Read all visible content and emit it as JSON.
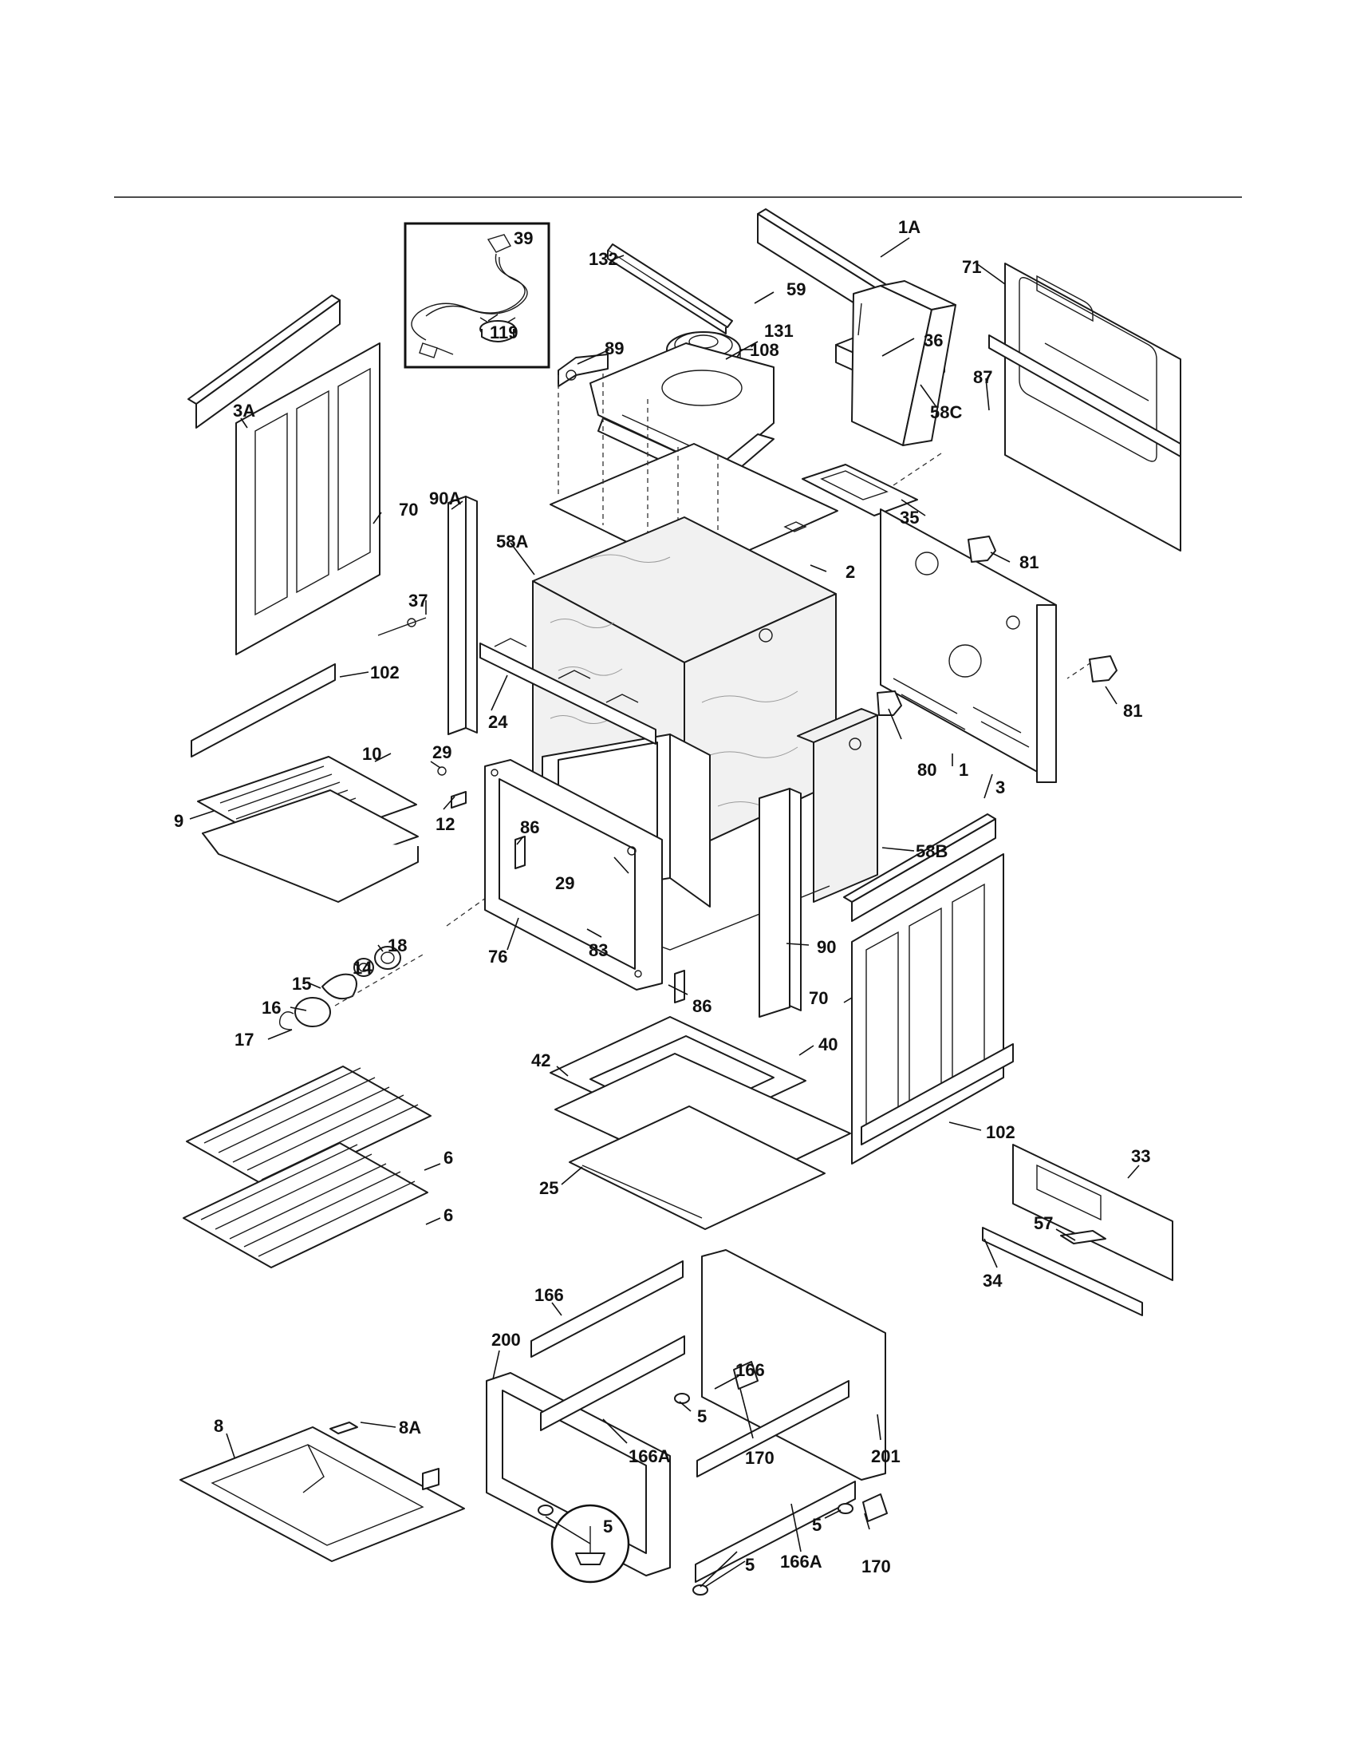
{
  "labels": {
    "l_1A": "1A",
    "l_132": "132",
    "l_39": "39",
    "l_71": "71",
    "l_108": "108",
    "l_89": "89",
    "l_58C": "58C",
    "l_87": "87",
    "l_59": "59",
    "l_3A": "3A",
    "l_131": "131",
    "l_36": "36",
    "l_119": "119",
    "l_35": "35",
    "l_70a": "70",
    "l_90A": "90A",
    "l_2": "2",
    "l_81a": "81",
    "l_58A": "58A",
    "l_37": "37",
    "l_102a": "102",
    "l_81b": "81",
    "l_24": "24",
    "l_10": "10",
    "l_80": "80",
    "l_1": "1",
    "l_29a": "29",
    "l_3": "3",
    "l_12": "12",
    "l_58B": "58B",
    "l_9": "9",
    "l_86a": "86",
    "l_29b": "29",
    "l_18": "18",
    "l_83": "83",
    "l_90": "90",
    "l_14": "14",
    "l_76": "76",
    "l_70b": "70",
    "l_15": "15",
    "l_86b": "86",
    "l_16": "16",
    "l_17": "17",
    "l_40": "40",
    "l_42": "42",
    "l_102b": "102",
    "l_6a": "6",
    "l_33": "33",
    "l_25": "25",
    "l_6b": "6",
    "l_57": "57",
    "l_34": "34",
    "l_166a": "166",
    "l_200": "200",
    "l_166b": "166",
    "l_5a": "5",
    "l_8": "8",
    "l_8A": "8A",
    "l_166Ab": "166A",
    "l_170a": "170",
    "l_201": "201",
    "l_5b": "5",
    "l_5c": "5",
    "l_166Aa": "166A",
    "l_170b": "170",
    "l_5d": "5"
  }
}
